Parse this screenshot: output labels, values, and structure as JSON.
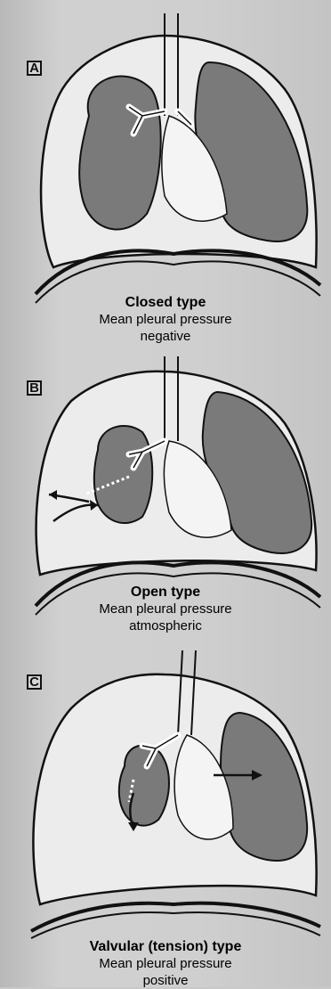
{
  "panels": [
    {
      "label": "A",
      "title": "Closed type",
      "line1": "Mean pleural pressure",
      "line2": "negative"
    },
    {
      "label": "B",
      "title": "Open type",
      "line1": "Mean pleural pressure",
      "line2": "atmospheric"
    },
    {
      "label": "C",
      "title": "Valvular (tension) type",
      "line1": "Mean pleural pressure",
      "line2": "positive"
    }
  ],
  "colors": {
    "lung_fill": "#7a7a7a",
    "outline": "#111111",
    "pleural_space": "#efefef"
  }
}
